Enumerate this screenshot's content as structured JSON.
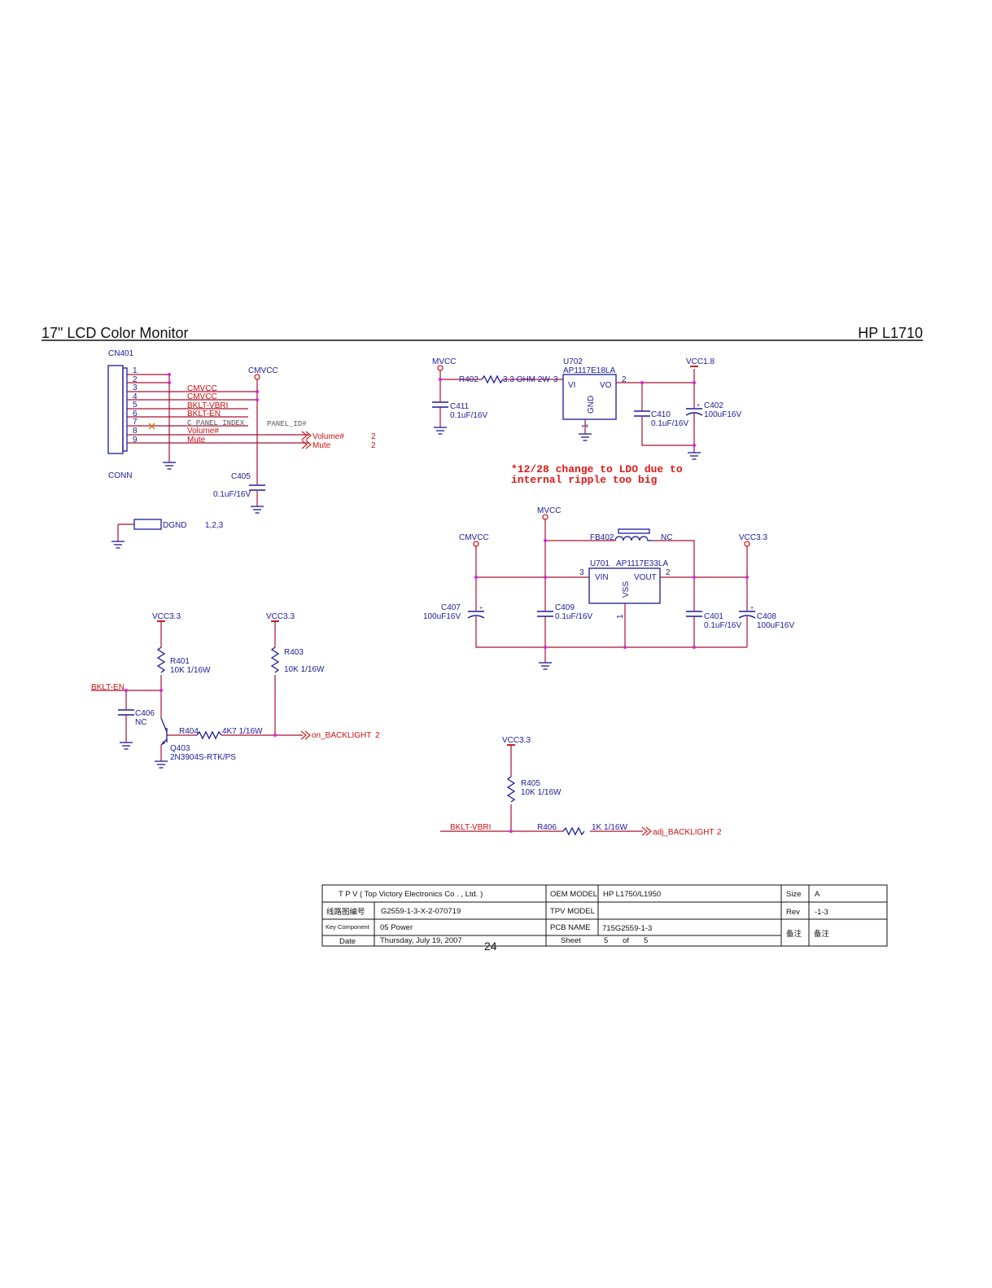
{
  "header": {
    "title": "17\" LCD Color Monitor",
    "model": "HP L1710"
  },
  "connector": {
    "ref": "CN401",
    "type": "CONN",
    "pins": [
      "1",
      "2",
      "3",
      "4",
      "5",
      "6",
      "7",
      "8",
      "9"
    ],
    "nets": [
      "CMVCC",
      "CMVCC",
      "BKLT-VBRI",
      "BKLT-EN",
      "C_PANEL_INDEX",
      "Volume#",
      "Mute"
    ],
    "panel_id": "PANEL_ID#",
    "volume_port": "Volume#",
    "volume_page": "2",
    "mute_port": "Mute",
    "mute_page": "2",
    "cmvcc": "CMVCC",
    "c405_ref": "C405",
    "c405_val": "0.1uF/16V",
    "dgnd_label": "DGND",
    "dgnd_pins": "1,2,3"
  },
  "ldo18": {
    "mvcc": "MVCC",
    "vcc18": "VCC1.8",
    "r402_ref": "R402",
    "r402_val": "3.3 OHM 2W",
    "u702_ref": "U702",
    "u702_part": "AP1117E18LA",
    "pin_in": "3",
    "pin_out": "2",
    "pin_gnd": "1",
    "vi": "VI",
    "vo": "VO",
    "gnd": "GND",
    "c411_ref": "C411",
    "c411_val": "0.1uF/16V",
    "c410_ref": "C410",
    "c410_val": "0.1uF/16V",
    "c402_ref": "C402",
    "c402_val": "100uF16V",
    "plus": "+",
    "note_line1": "*12/28 change to LDO due to",
    "note_line2": "internal ripple too big"
  },
  "ldo33": {
    "mvcc": "MVCC",
    "cmvcc": "CMVCC",
    "vcc33": "VCC3.3",
    "fb402_ref": "FB402",
    "fb402_val": "NC",
    "u701_ref": "U701",
    "u701_part": "AP1117E33LA",
    "pin_in": "3",
    "pin_out": "2",
    "pin_gnd": "1",
    "vin": "VIN",
    "vout": "VOUT",
    "vss": "VSS",
    "c407_ref": "C407",
    "c407_val": "100uF16V",
    "c409_ref": "C409",
    "c409_val": "0.1uF/16V",
    "c401_ref": "C401",
    "c401_val": "0.1uF/16V",
    "c408_ref": "C408",
    "c408_val": "100uF16V",
    "plus": "+"
  },
  "backlight_on": {
    "vcc_a": "VCC3.3",
    "vcc_b": "VCC3.3",
    "r401_ref": "R401",
    "r401_val": "10K 1/16W",
    "r403_ref": "R403",
    "r403_val": "10K 1/16W",
    "bklt_en": "BKLT-EN",
    "c406_ref": "C406",
    "c406_val": "NC",
    "r404_ref": "R404",
    "r404_val": "4K7 1/16W",
    "q403_ref": "Q403",
    "q403_part": "2N3904S-RTK/PS",
    "out_label": "on_BACKLIGHT",
    "out_page": "2"
  },
  "backlight_adj": {
    "vcc": "VCC3.3",
    "r405_ref": "R405",
    "r405_val": "10K 1/16W",
    "bklt_vbri": "BKLT-VBRI",
    "r406_ref": "R406",
    "r406_val": "1K 1/16W",
    "out_label": "adj_BACKLIGHT",
    "out_page": "2"
  },
  "title_block": {
    "company": "T P V  ( Top   Victory   Electronics   Co . ,  Ltd. )",
    "oem_model_label": "OEM MODEL",
    "oem_model": "HP L1750/L1950",
    "size_label": "Size",
    "size": "A",
    "drawing_no_label": "线路图编号",
    "drawing_no": "G2559-1-3-X-2-070719",
    "tpv_model_label": "TPV MODEL",
    "tpv_model": "",
    "rev_label": "Rev",
    "rev": "-1-3",
    "key_component_label": "Key Component",
    "key_component": "05 Power",
    "pcb_name_label": "PCB NAME",
    "pcb_name": "715G2559-1-3",
    "remark_label": "备注",
    "remark": "备注",
    "date_label": "Date",
    "date": "Thursday, July 19, 2007",
    "sheet_label": "Sheet",
    "sheet_no": "5",
    "sheet_of": "of",
    "sheet_total": "5"
  },
  "page_number": "24"
}
